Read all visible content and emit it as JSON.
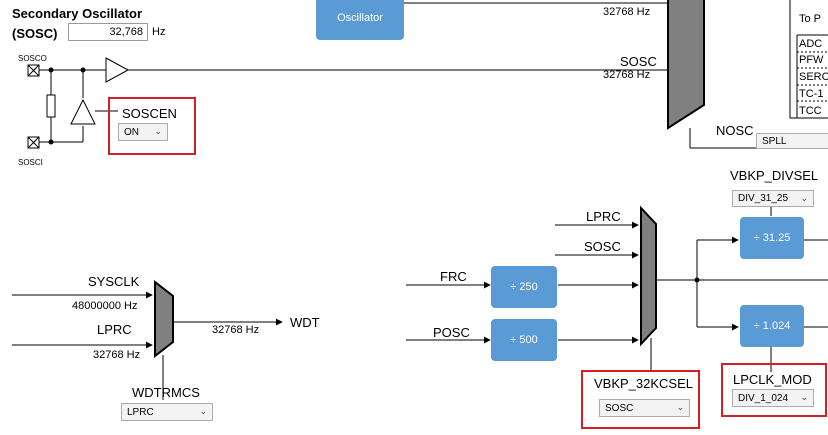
{
  "sosc": {
    "title_line1": "Secondary Oscillator",
    "title_line2": "(SOSC)",
    "freq_value": "32,768",
    "freq_unit": "Hz",
    "pin_out": "SOSCO",
    "pin_in": "SOSCI",
    "enable_label": "SOSCEN",
    "enable_value": "ON"
  },
  "top": {
    "oscillator_block": "Oscillator",
    "top_freq": "32768 Hz",
    "sosc_line": "SOSC",
    "sosc_freq": "32768 Hz",
    "nosc_label": "NOSC",
    "nosc_value": "SPLL",
    "to_label": "To P",
    "to_list": [
      "ADC",
      "PFW",
      "SERC",
      "TC-1",
      "TCC"
    ]
  },
  "wdt": {
    "in1": "SYSCLK",
    "in1_freq": "48000000 Hz",
    "in2": "LPRC",
    "in2_freq": "32768 Hz",
    "out_freq": "32768 Hz",
    "out_label": "WDT",
    "sel_label": "WDTRMCS",
    "sel_value": "LPRC"
  },
  "vbkp": {
    "in_lprc": "LPRC",
    "in_sosc": "SOSC",
    "in_frc": "FRC",
    "in_posc": "POSC",
    "div250": "÷ 250",
    "div500": "÷ 500",
    "mux_label": "VBKP_32KCSEL",
    "mux_value": "SOSC",
    "divsel_label": "VBKP_DIVSEL",
    "divsel_value": "DIV_31_25",
    "div3125": "÷ 31.25",
    "div1024": "÷ 1.024",
    "lpclk_label": "LPCLK_MOD",
    "lpclk_value": "DIV_1_024"
  },
  "colors": {
    "block": "#5b9bd5",
    "highlight": "#d42020",
    "mux": "#808080"
  }
}
